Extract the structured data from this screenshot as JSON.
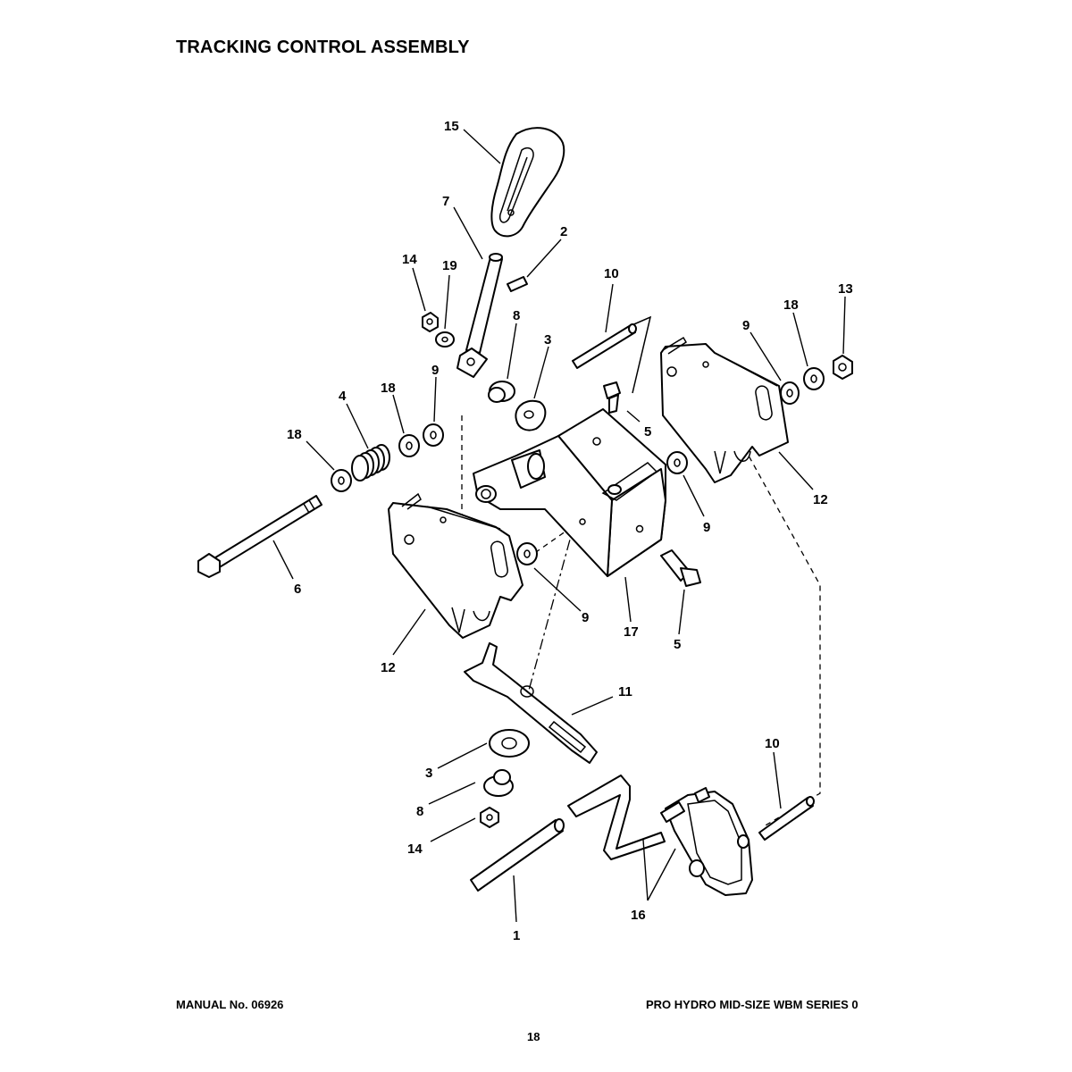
{
  "page": {
    "title": "TRACKING CONTROL ASSEMBLY",
    "manual_number": "MANUAL No. 06926",
    "series": "PRO HYDRO MID-SIZE WBM SERIES 0",
    "page_number": "18"
  },
  "callouts": [
    {
      "id": "c15",
      "label": "15"
    },
    {
      "id": "c7",
      "label": "7"
    },
    {
      "id": "c2",
      "label": "2"
    },
    {
      "id": "c14a",
      "label": "14"
    },
    {
      "id": "c19",
      "label": "19"
    },
    {
      "id": "c8a",
      "label": "8"
    },
    {
      "id": "c3a",
      "label": "3"
    },
    {
      "id": "c10a",
      "label": "10"
    },
    {
      "id": "c13",
      "label": "13"
    },
    {
      "id": "c18a",
      "label": "18"
    },
    {
      "id": "c9a",
      "label": "9"
    },
    {
      "id": "c4",
      "label": "4"
    },
    {
      "id": "c18b",
      "label": "18"
    },
    {
      "id": "c9b",
      "label": "9"
    },
    {
      "id": "c18c",
      "label": "18"
    },
    {
      "id": "c5a",
      "label": "5"
    },
    {
      "id": "c12a",
      "label": "12"
    },
    {
      "id": "c9c",
      "label": "9"
    },
    {
      "id": "c6",
      "label": "6"
    },
    {
      "id": "c9d",
      "label": "9"
    },
    {
      "id": "c17",
      "label": "17"
    },
    {
      "id": "c5b",
      "label": "5"
    },
    {
      "id": "c12b",
      "label": "12"
    },
    {
      "id": "c11",
      "label": "11"
    },
    {
      "id": "c10b",
      "label": "10"
    },
    {
      "id": "c3b",
      "label": "3"
    },
    {
      "id": "c8b",
      "label": "8"
    },
    {
      "id": "c14b",
      "label": "14"
    },
    {
      "id": "c16",
      "label": "16"
    },
    {
      "id": "c1",
      "label": "1"
    }
  ]
}
